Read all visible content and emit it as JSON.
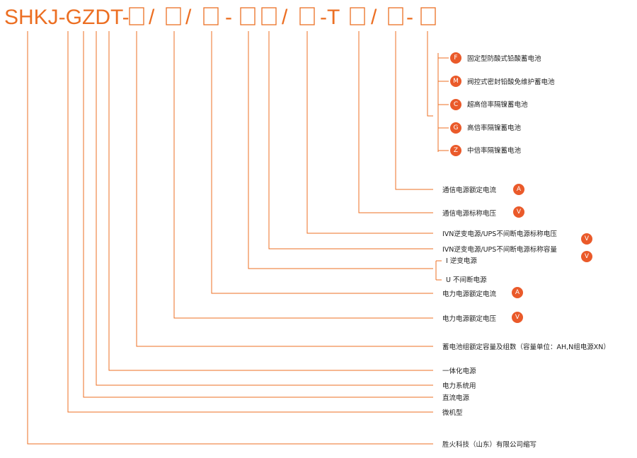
{
  "colors": {
    "accent": "#ec6f23",
    "badge": "#ea5a2a",
    "text": "#222222"
  },
  "code": {
    "prefix": "SHKJ-GZDT-",
    "separators": [
      "/",
      "/",
      "-",
      "/",
      "-T",
      "/",
      "-"
    ]
  },
  "battery_types": [
    {
      "code": "F",
      "label": "固定型防酸式铅酸蓄电池"
    },
    {
      "code": "M",
      "label": "阀控式密封铅酸免维护蓄电池"
    },
    {
      "code": "C",
      "label": "超高倍率隔镍蓄电池"
    },
    {
      "code": "G",
      "label": "高倍率隔镍蓄电池"
    },
    {
      "code": "Z",
      "label": "中倍率隔镍蓄电池"
    }
  ],
  "fields": {
    "comm_current": {
      "label": "通信电源额定电流",
      "unit": "A"
    },
    "comm_voltage": {
      "label": "通信电源标称电压",
      "unit": "V"
    },
    "ivn_voltage_1": {
      "label": "IVN逆变电源/UPS不间断电源标称电压",
      "unit": "V"
    },
    "ivn_capacity": {
      "label": "IVN逆变电源/UPS不间断电源标称容量",
      "unit": "V"
    },
    "inverter": {
      "label": "I  逆变电源"
    },
    "ups": {
      "label": "U  不间断电源"
    },
    "power_current": {
      "label": "电力电源额定电流",
      "unit": "A"
    },
    "power_voltage": {
      "label": "电力电源额定电压",
      "unit": "V"
    },
    "battery_group": {
      "label": "蓄电池组额定容量及组数（容量单位：AH,N组电源XN）"
    },
    "integrated": {
      "label": "一体化电源"
    },
    "power_system": {
      "label": "电力系统用"
    },
    "dc_power": {
      "label": "直流电源"
    },
    "micro": {
      "label": "微机型"
    },
    "company": {
      "label": "胜火科技（山东）有限公司缩写"
    }
  }
}
